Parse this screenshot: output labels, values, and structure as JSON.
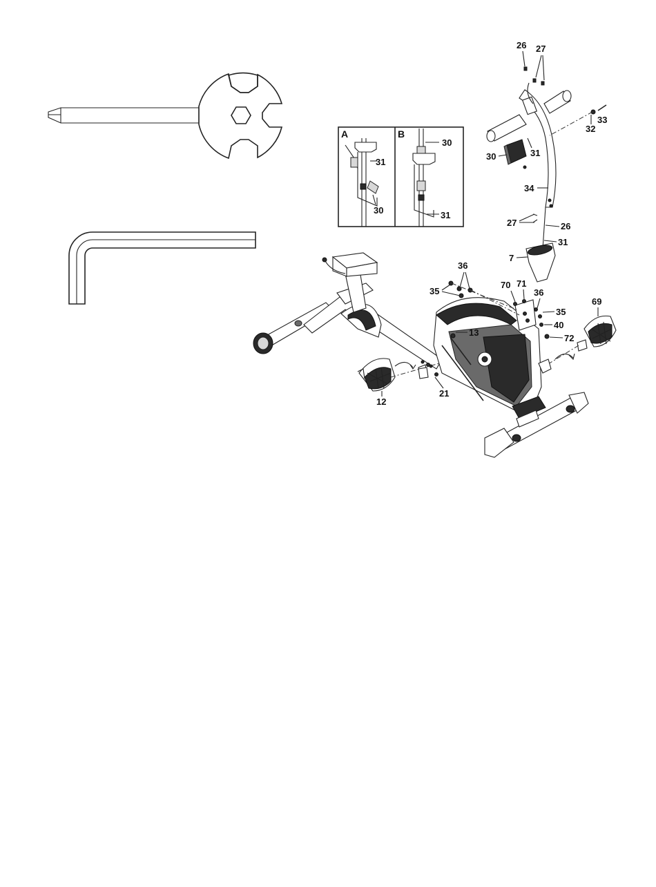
{
  "tools": {
    "spanner_wrench": "spanner-wrench-with-hex-cutouts",
    "allen_key": "l-shaped-allen-key"
  },
  "inset_panels": {
    "panel_a": {
      "letter": "A",
      "labels": [
        "31",
        "30"
      ]
    },
    "panel_b": {
      "letter": "B",
      "labels": [
        "30",
        "31"
      ]
    }
  },
  "part_labels": {
    "p26_top": "26",
    "p27_top": "27",
    "p32": "32",
    "p33": "33",
    "p30": "30",
    "p31_console": "31",
    "p34": "34",
    "p27_mid": "27",
    "p26_mid": "26",
    "p31_mid": "31",
    "p7": "7",
    "p36_left": "36",
    "p35_left": "35",
    "p70": "70",
    "p71": "71",
    "p36_right": "36",
    "p35_right": "35",
    "p40": "40",
    "p72": "72",
    "p69": "69",
    "p13": "13",
    "p21": "21",
    "p12": "12"
  }
}
